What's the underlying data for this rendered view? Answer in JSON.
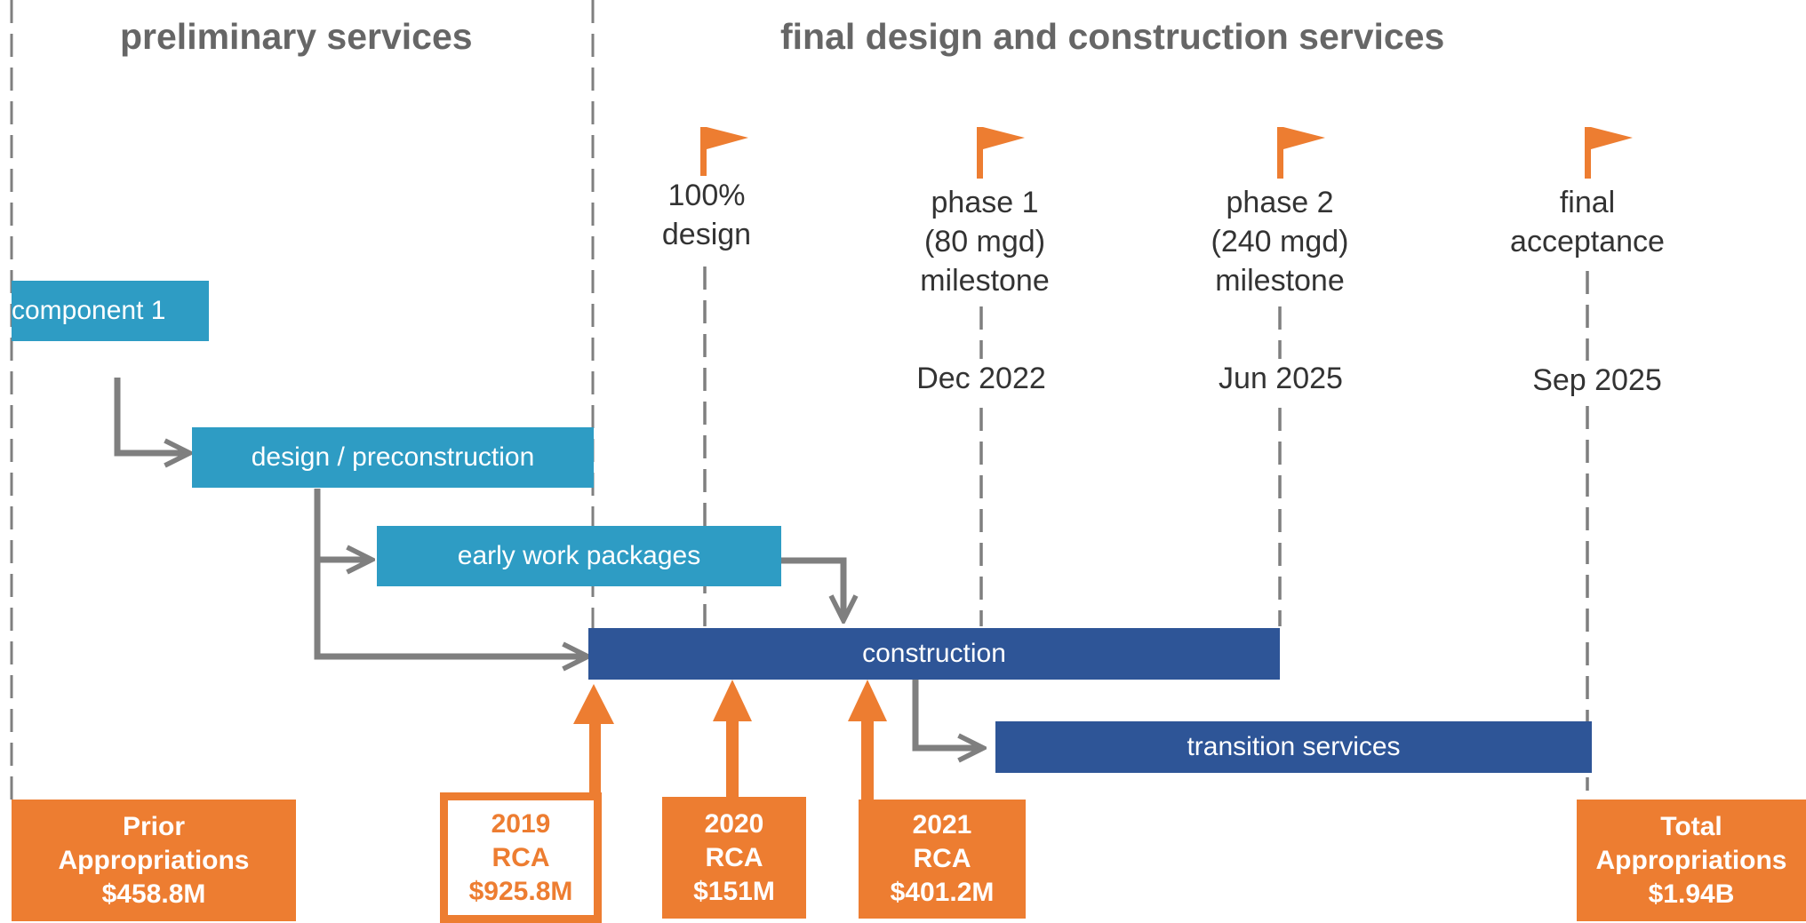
{
  "headers": {
    "preliminary": "preliminary services",
    "final": "final design and construction services"
  },
  "bars": {
    "component1": "component 1",
    "design": "design / preconstruction",
    "early_work": "early work packages",
    "construction": "construction",
    "transition": "transition services"
  },
  "milestones": [
    {
      "lines": [
        "100%",
        "design"
      ],
      "date": ""
    },
    {
      "lines": [
        "phase 1",
        "(80 mgd)",
        "milestone"
      ],
      "date": "Dec 2022"
    },
    {
      "lines": [
        "phase 2",
        "(240 mgd)",
        "milestone"
      ],
      "date": "Jun 2025"
    },
    {
      "lines": [
        "final",
        "acceptance"
      ],
      "date": "Sep 2025"
    }
  ],
  "funding": [
    {
      "lines": [
        "Prior",
        "Appropriations",
        "$458.8M"
      ]
    },
    {
      "lines": [
        "2019",
        "RCA",
        "$925.8M"
      ]
    },
    {
      "lines": [
        "2020",
        "RCA",
        "$151M"
      ]
    },
    {
      "lines": [
        "2021",
        "RCA",
        "$401.2M"
      ]
    },
    {
      "lines": [
        "Total",
        "Appropriations",
        "$1.94B"
      ]
    }
  ],
  "colors": {
    "light_bar": "#2E9CC4",
    "dark_bar": "#2E5597",
    "accent": "#ED7D31",
    "connector": "#7F7F7F",
    "heading": "#666666"
  },
  "icons": {
    "milestone": "flag-icon"
  }
}
